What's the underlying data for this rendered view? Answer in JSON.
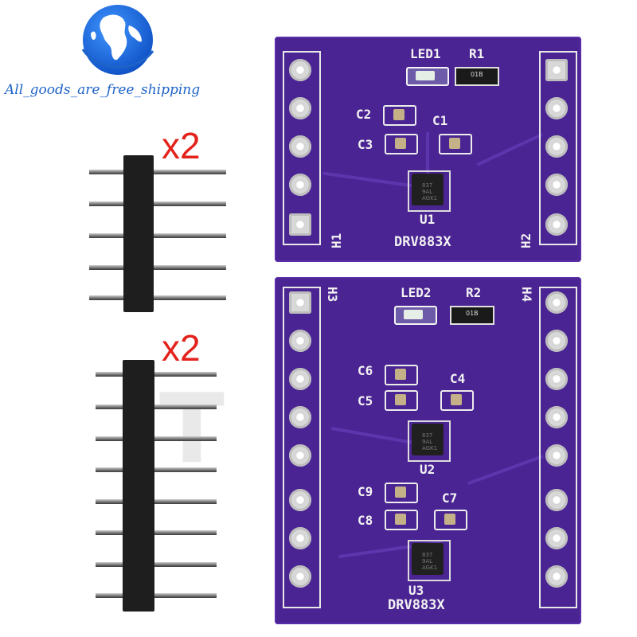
{
  "brand": {
    "text": "All_goods_are_free_shipping",
    "color": "#1d63c8"
  },
  "quantities": {
    "top": "x2",
    "bottom": "x2",
    "color": "#e3231b"
  },
  "boards": {
    "top": {
      "color": "#4b2493",
      "led": "LED1",
      "resistor": "R1",
      "resistor_code": "01B",
      "caps": [
        "C2",
        "C1",
        "C3"
      ],
      "ic": "U1",
      "ic_marking": "837\n9AL\nAGK1",
      "part": "DRV883X",
      "header_left": "H1",
      "header_right": "H2"
    },
    "bottom": {
      "color": "#4b2493",
      "led": "LED2",
      "resistor": "R2",
      "resistor_code": "01B",
      "caps_a": [
        "C6",
        "C4",
        "C5"
      ],
      "ic_a": "U2",
      "caps_b": [
        "C9",
        "C7",
        "C8"
      ],
      "ic_b": "U3",
      "part": "DRV883X",
      "header_left": "H3",
      "header_right": "H4"
    }
  },
  "watermark": "T"
}
